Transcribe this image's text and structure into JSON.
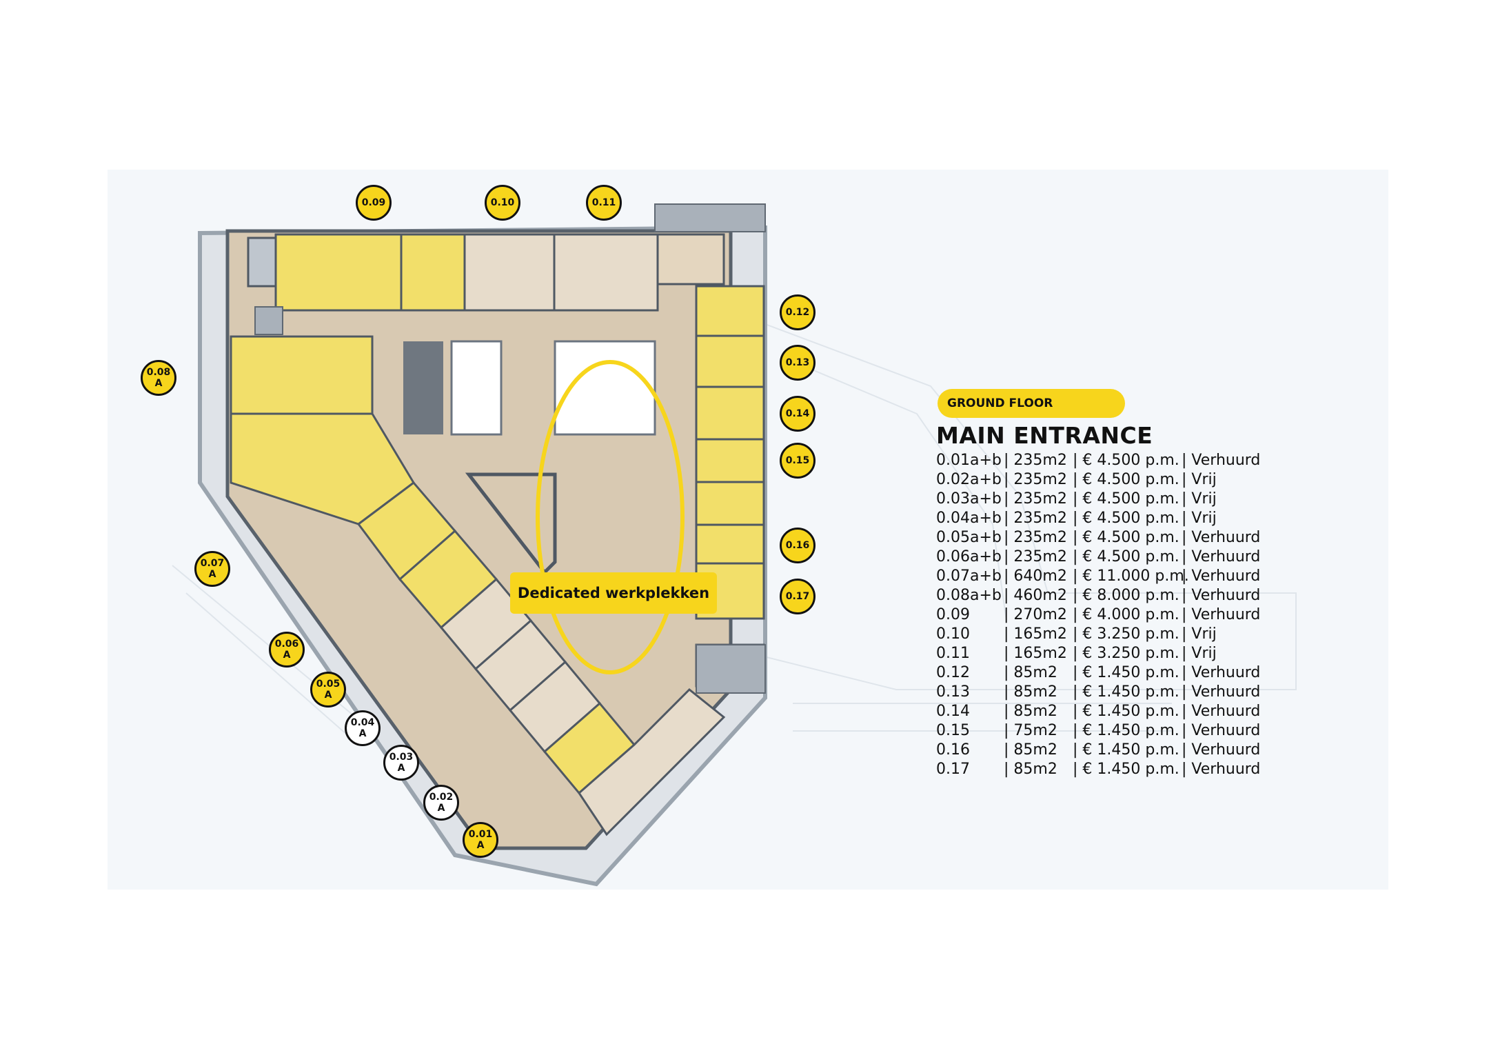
{
  "floor_label": "GROUND FLOOR",
  "entrance_title": "MAIN ENTRANCE",
  "callout": "Dedicated werkplekken",
  "colors": {
    "accent": "#f7d51c",
    "marker_border": "#111111",
    "vacant_fill": "#ffffff",
    "panel_bg": "#f4f7fa"
  },
  "markers": [
    {
      "line1": "0.09",
      "line2": "",
      "status": "occupied"
    },
    {
      "line1": "0.10",
      "line2": "",
      "status": "occupied"
    },
    {
      "line1": "0.11",
      "line2": "",
      "status": "occupied"
    },
    {
      "line1": "0.12",
      "line2": "",
      "status": "occupied"
    },
    {
      "line1": "0.13",
      "line2": "",
      "status": "occupied"
    },
    {
      "line1": "0.14",
      "line2": "",
      "status": "occupied"
    },
    {
      "line1": "0.15",
      "line2": "",
      "status": "occupied"
    },
    {
      "line1": "0.16",
      "line2": "",
      "status": "occupied"
    },
    {
      "line1": "0.17",
      "line2": "",
      "status": "occupied"
    },
    {
      "line1": "0.08",
      "line2": "A",
      "status": "occupied"
    },
    {
      "line1": "0.07",
      "line2": "A",
      "status": "occupied"
    },
    {
      "line1": "0.06",
      "line2": "A",
      "status": "occupied"
    },
    {
      "line1": "0.05",
      "line2": "A",
      "status": "occupied"
    },
    {
      "line1": "0.04",
      "line2": "A",
      "status": "free"
    },
    {
      "line1": "0.03",
      "line2": "A",
      "status": "free"
    },
    {
      "line1": "0.02",
      "line2": "A",
      "status": "free"
    },
    {
      "line1": "0.01",
      "line2": "A",
      "status": "occupied"
    }
  ],
  "units": [
    {
      "id": "0.01a+b",
      "area": "235m2",
      "price": "€ 4.500 p.m.",
      "status": "Verhuurd"
    },
    {
      "id": "0.02a+b",
      "area": "235m2",
      "price": "€ 4.500 p.m.",
      "status": "Vrij"
    },
    {
      "id": "0.03a+b",
      "area": "235m2",
      "price": "€ 4.500 p.m.",
      "status": "Vrij"
    },
    {
      "id": "0.04a+b",
      "area": "235m2",
      "price": "€ 4.500 p.m.",
      "status": "Vrij"
    },
    {
      "id": "0.05a+b",
      "area": "235m2",
      "price": "€ 4.500 p.m.",
      "status": "Verhuurd"
    },
    {
      "id": "0.06a+b",
      "area": "235m2",
      "price": "€ 4.500 p.m.",
      "status": "Verhuurd"
    },
    {
      "id": "0.07a+b",
      "area": "640m2",
      "price": "€ 11.000 p.m.",
      "status": "Verhuurd"
    },
    {
      "id": "0.08a+b",
      "area": "460m2",
      "price": "€ 8.000 p.m.",
      "status": "Verhuurd"
    },
    {
      "id": "0.09",
      "area": "270m2",
      "price": "€ 4.000 p.m.",
      "status": "Verhuurd"
    },
    {
      "id": "0.10",
      "area": "165m2",
      "price": "€ 3.250 p.m.",
      "status": "Vrij"
    },
    {
      "id": "0.11",
      "area": "165m2",
      "price": "€ 3.250 p.m.",
      "status": "Vrij"
    },
    {
      "id": "0.12",
      "area": "85m2",
      "price": "€ 1.450 p.m.",
      "status": "Verhuurd"
    },
    {
      "id": "0.13",
      "area": "85m2",
      "price": "€ 1.450 p.m.",
      "status": "Verhuurd"
    },
    {
      "id": "0.14",
      "area": "85m2",
      "price": "€ 1.450 p.m.",
      "status": "Verhuurd"
    },
    {
      "id": "0.15",
      "area": "75m2",
      "price": "€ 1.450 p.m.",
      "status": "Verhuurd"
    },
    {
      "id": "0.16",
      "area": "85m2",
      "price": "€ 1.450 p.m.",
      "status": "Verhuurd"
    },
    {
      "id": "0.17",
      "area": "85m2",
      "price": "€ 1.450 p.m.",
      "status": "Verhuurd"
    }
  ]
}
